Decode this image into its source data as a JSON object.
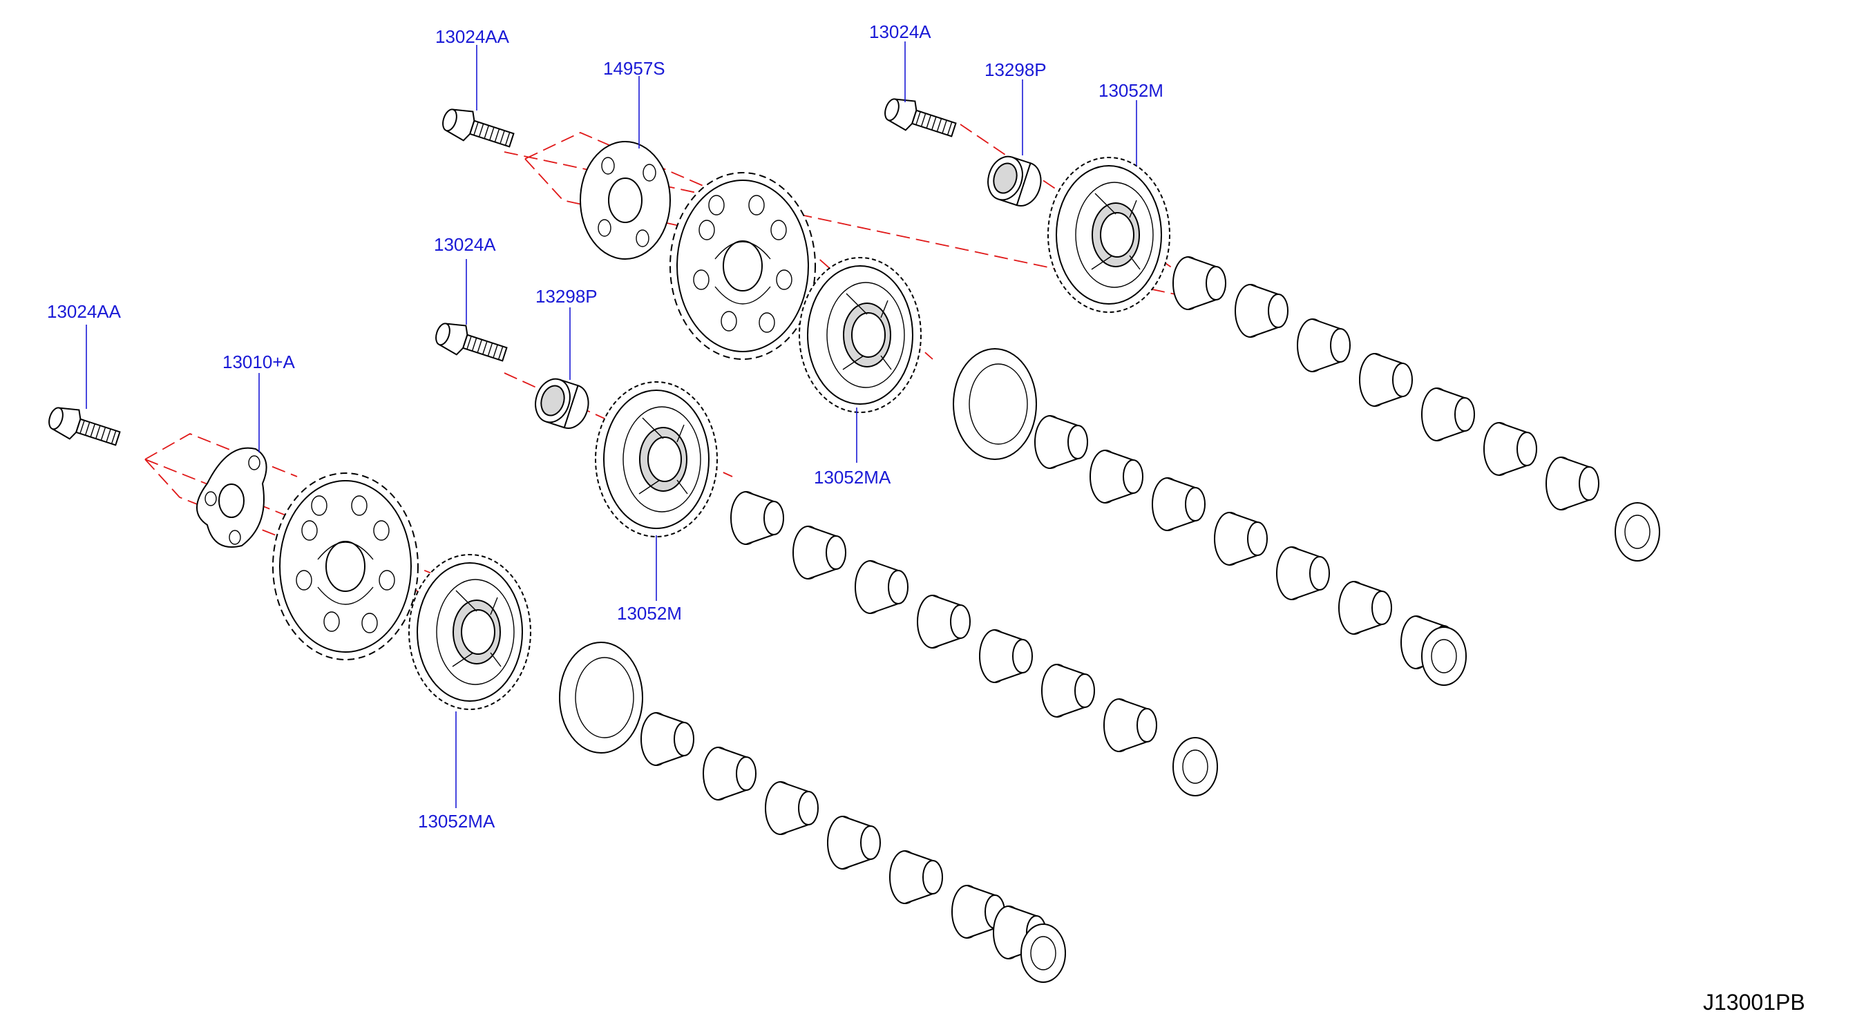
{
  "diagram": {
    "reference_code": "J13001PB",
    "callouts": [
      {
        "id": "c1",
        "label": "13024AA"
      },
      {
        "id": "c2",
        "label": "14957S"
      },
      {
        "id": "c3",
        "label": "13024A"
      },
      {
        "id": "c4",
        "label": "13298P"
      },
      {
        "id": "c5",
        "label": "13052M"
      },
      {
        "id": "c6",
        "label": "13024A"
      },
      {
        "id": "c7",
        "label": "13298P"
      },
      {
        "id": "c8",
        "label": "13024AA"
      },
      {
        "id": "c9",
        "label": "13010+A"
      },
      {
        "id": "c10",
        "label": "13052MA"
      },
      {
        "id": "c11",
        "label": "13052M"
      },
      {
        "id": "c12",
        "label": "13052MA"
      }
    ],
    "colors": {
      "callout_text": "#1a1ad6",
      "leader_line": "#1a1ad6",
      "assembly_axis": "#e01818",
      "part_outline": "#000000"
    }
  }
}
